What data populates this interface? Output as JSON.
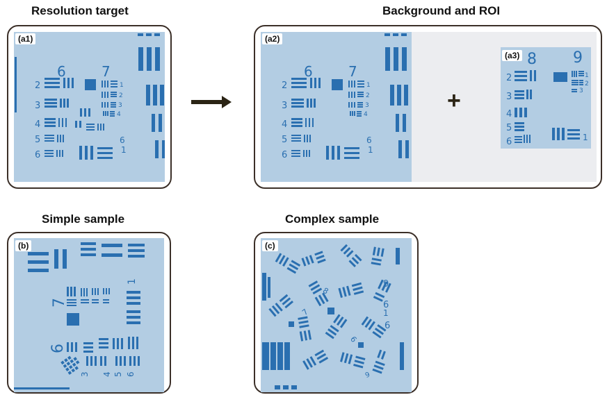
{
  "titles": {
    "resolution_target": "Resolution target",
    "background_roi": "Background and ROI",
    "simple_sample": "Simple sample",
    "complex_sample": "Complex sample"
  },
  "labels": {
    "a1": "(a1)",
    "a2": "(a2)",
    "a3": "(a3)",
    "b": "(b)",
    "c": "(c)"
  },
  "plus_symbol": "+",
  "colors": {
    "target_background": "#b3cde3",
    "target_bars": "#2a6fb0",
    "frame": "#3b2f28",
    "arrow": "#2b2415"
  }
}
